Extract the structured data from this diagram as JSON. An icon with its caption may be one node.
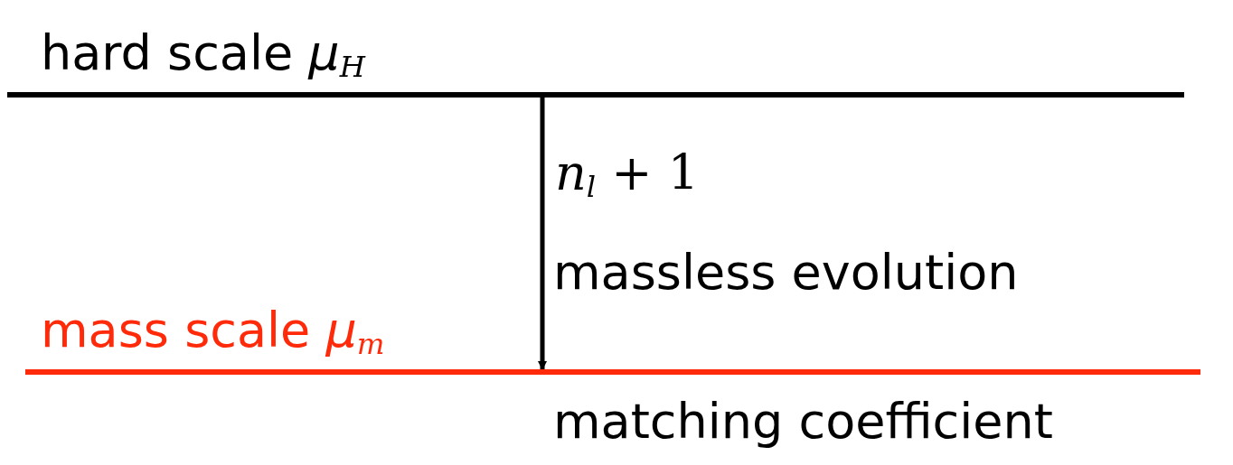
{
  "diagram": {
    "nodes": [
      {
        "text": [
          "hard scale *μ*$_{H}$"
        ]
      },
      {
        "text": [
          "mass scale *μ*$_{m}$"
        ]
      }
    ],
    "edges": [
      {
        "from": 0,
        "to": 1,
        "arrow": "to"
      }
    ],
    "labels": [
      "*n*$_{l}$ + 1",
      "massless evolution",
      "matching coefficient"
    ]
  }
}
